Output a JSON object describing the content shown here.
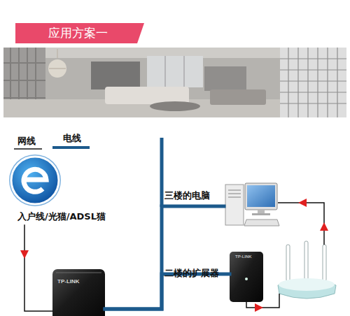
{
  "diagram": {
    "title": "应用方案一",
    "nodes": [
      {
        "text": [
          "入户线/光猫/ADSL猫"
        ]
      },
      {
        "text": [
          "TP-LINK"
        ]
      },
      {
        "text": [
          "三楼的电脑"
        ]
      },
      {
        "text": [
          "二楼的扩展器",
          "TP-LINK"
        ]
      }
    ],
    "edges": [
      {
        "from": 0,
        "to": 1,
        "arrow": "to"
      },
      {
        "from": 1,
        "to": 2,
        "arrow": "none"
      },
      {
        "from": 1,
        "to": 3,
        "arrow": "none"
      }
    ],
    "legend": [
      {
        "text": "网线"
      },
      {
        "text": "电线"
      }
    ]
  }
}
